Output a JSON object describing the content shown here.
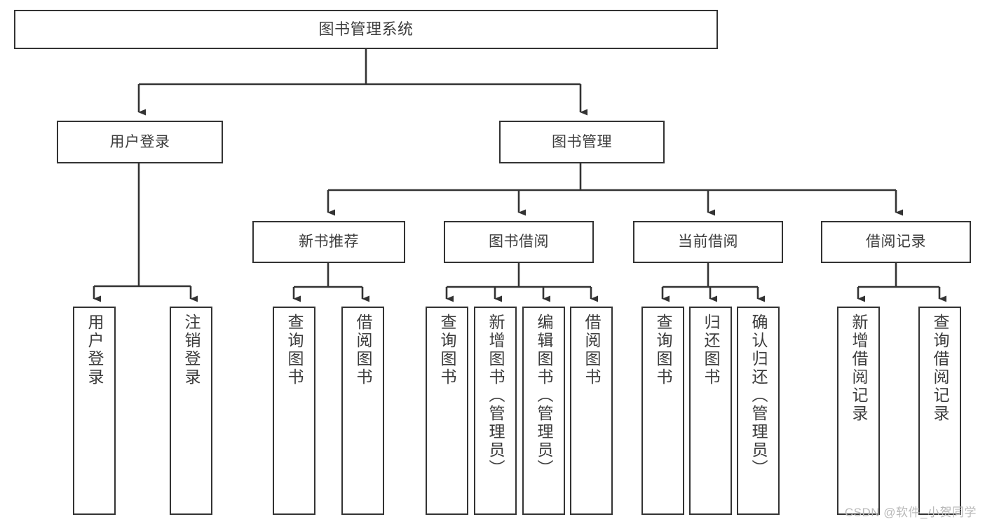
{
  "diagram": {
    "title": "图书管理系统",
    "type": "tree-hierarchy-chart",
    "watermark": "CSDN @软件_小贺同学",
    "colors": {
      "border": "#333333",
      "text": "#3c3c3c",
      "background": "#ffffff",
      "edge": "#333333",
      "watermark": "#b9b9b9"
    },
    "nodes": {
      "root": {
        "label": "图书管理系统"
      },
      "level2": [
        {
          "id": "user-login",
          "label": "用户登录"
        },
        {
          "id": "book-manage",
          "label": "图书管理"
        }
      ],
      "level3": [
        {
          "id": "new-book-recommend",
          "label": "新书推荐"
        },
        {
          "id": "book-borrow",
          "label": "图书借阅"
        },
        {
          "id": "current-borrow",
          "label": "当前借阅"
        },
        {
          "id": "borrow-record",
          "label": "借阅记录"
        }
      ],
      "leaves": {
        "user-login": [
          {
            "id": "leaf-user-login",
            "label": "用户登录"
          },
          {
            "id": "leaf-logout-login",
            "label": "注销登录"
          }
        ],
        "new-book-recommend": [
          {
            "id": "leaf-query-book-1",
            "label": "查询图书"
          },
          {
            "id": "leaf-borrow-book-1",
            "label": "借阅图书"
          }
        ],
        "book-borrow": [
          {
            "id": "leaf-query-book-2",
            "label": "查询图书"
          },
          {
            "id": "leaf-add-book-admin",
            "label": "新增图书（管理员）"
          },
          {
            "id": "leaf-edit-book-admin",
            "label": "编辑图书（管理员）"
          },
          {
            "id": "leaf-borrow-book-2",
            "label": "借阅图书"
          }
        ],
        "current-borrow": [
          {
            "id": "leaf-query-book-3",
            "label": "查询图书"
          },
          {
            "id": "leaf-return-book",
            "label": "归还图书"
          },
          {
            "id": "leaf-confirm-return-admin",
            "label": "确认归还（管理员）"
          }
        ],
        "borrow-record": [
          {
            "id": "leaf-add-borrow-record",
            "label": "新增借阅记录"
          },
          {
            "id": "leaf-query-borrow-record",
            "label": "查询借阅记录"
          }
        ]
      }
    }
  }
}
